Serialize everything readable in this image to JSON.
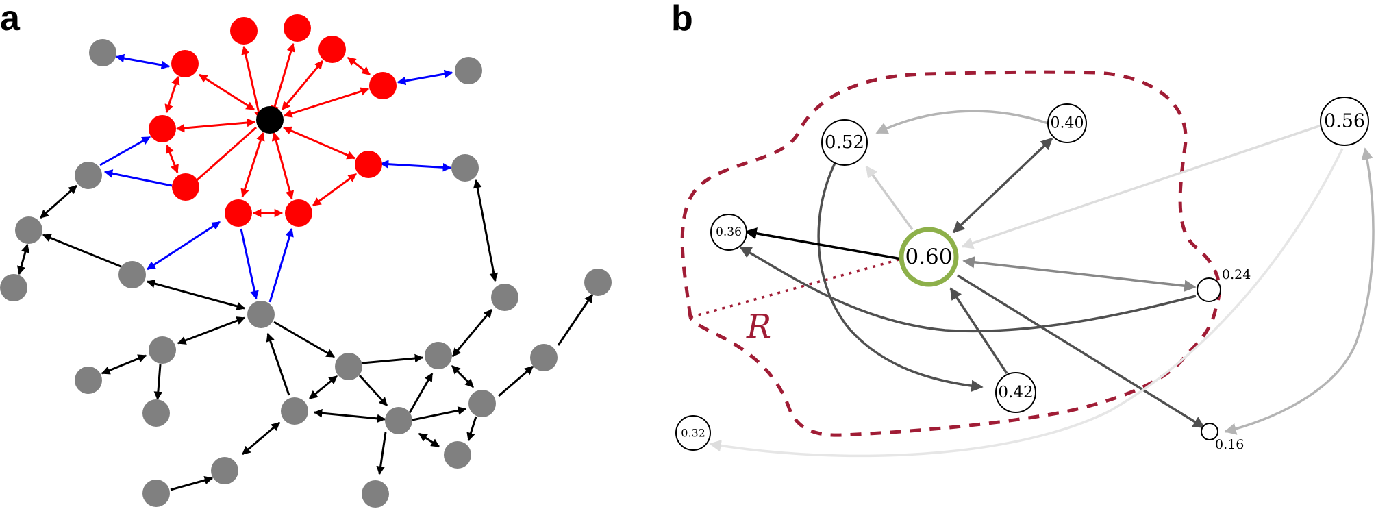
{
  "figure": {
    "panel_a_label": "a",
    "panel_b_label": "b"
  },
  "panel_a": {
    "colors": {
      "center": "#000000",
      "neighbor": "#ff0000",
      "boundary": "#0000ff",
      "other": "#808080",
      "other_edge": "#000000"
    },
    "node_roles": [
      "center",
      "neighbor",
      "other"
    ]
  },
  "panel_b": {
    "region_label": "R",
    "center_node": {
      "label": "0.60",
      "ring_color": "#8db04a"
    },
    "region_color": "#a01c35",
    "nodes": [
      {
        "id": "n52",
        "label": "0.52"
      },
      {
        "id": "n40",
        "label": "0.40"
      },
      {
        "id": "n56",
        "label": "0.56"
      },
      {
        "id": "n36",
        "label": "0.36"
      },
      {
        "id": "n24",
        "label": "0.24"
      },
      {
        "id": "n42",
        "label": "0.42"
      },
      {
        "id": "n16",
        "label": "0.16"
      },
      {
        "id": "n32",
        "label": "0.32"
      }
    ]
  }
}
